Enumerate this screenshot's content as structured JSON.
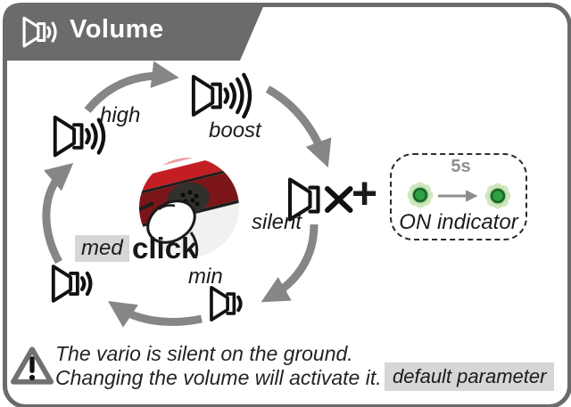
{
  "header": {
    "title": "Volume",
    "icon": "speaker-volume-icon"
  },
  "cycle": {
    "states": [
      {
        "label": "high",
        "waves": 3
      },
      {
        "label": "boost",
        "waves": 4
      },
      {
        "label": "silent",
        "waves": 0,
        "muted": true
      },
      {
        "label": "min",
        "waves": 1
      },
      {
        "label": "med",
        "waves": 2,
        "highlighted": true
      }
    ],
    "center_action": "click",
    "plus": "+"
  },
  "on_indicator": {
    "label": "ON indicator",
    "interval": "5s"
  },
  "notes": {
    "warning_line1": "The vario is silent on the ground.",
    "warning_line2": "Changing the volume will activate it.",
    "badge": "default parameter"
  },
  "colors": {
    "frame_gray": "#6b6b6b",
    "arrow_gray": "#868686",
    "highlight_gray": "#d6d6d6",
    "led_green": "#2ea043",
    "led_ring": "#1a642a",
    "led_glow": "#cfe8bf",
    "device_red": "#c41e25",
    "device_dark_red": "#7c151a",
    "device_pink": "#ef9aa2"
  }
}
